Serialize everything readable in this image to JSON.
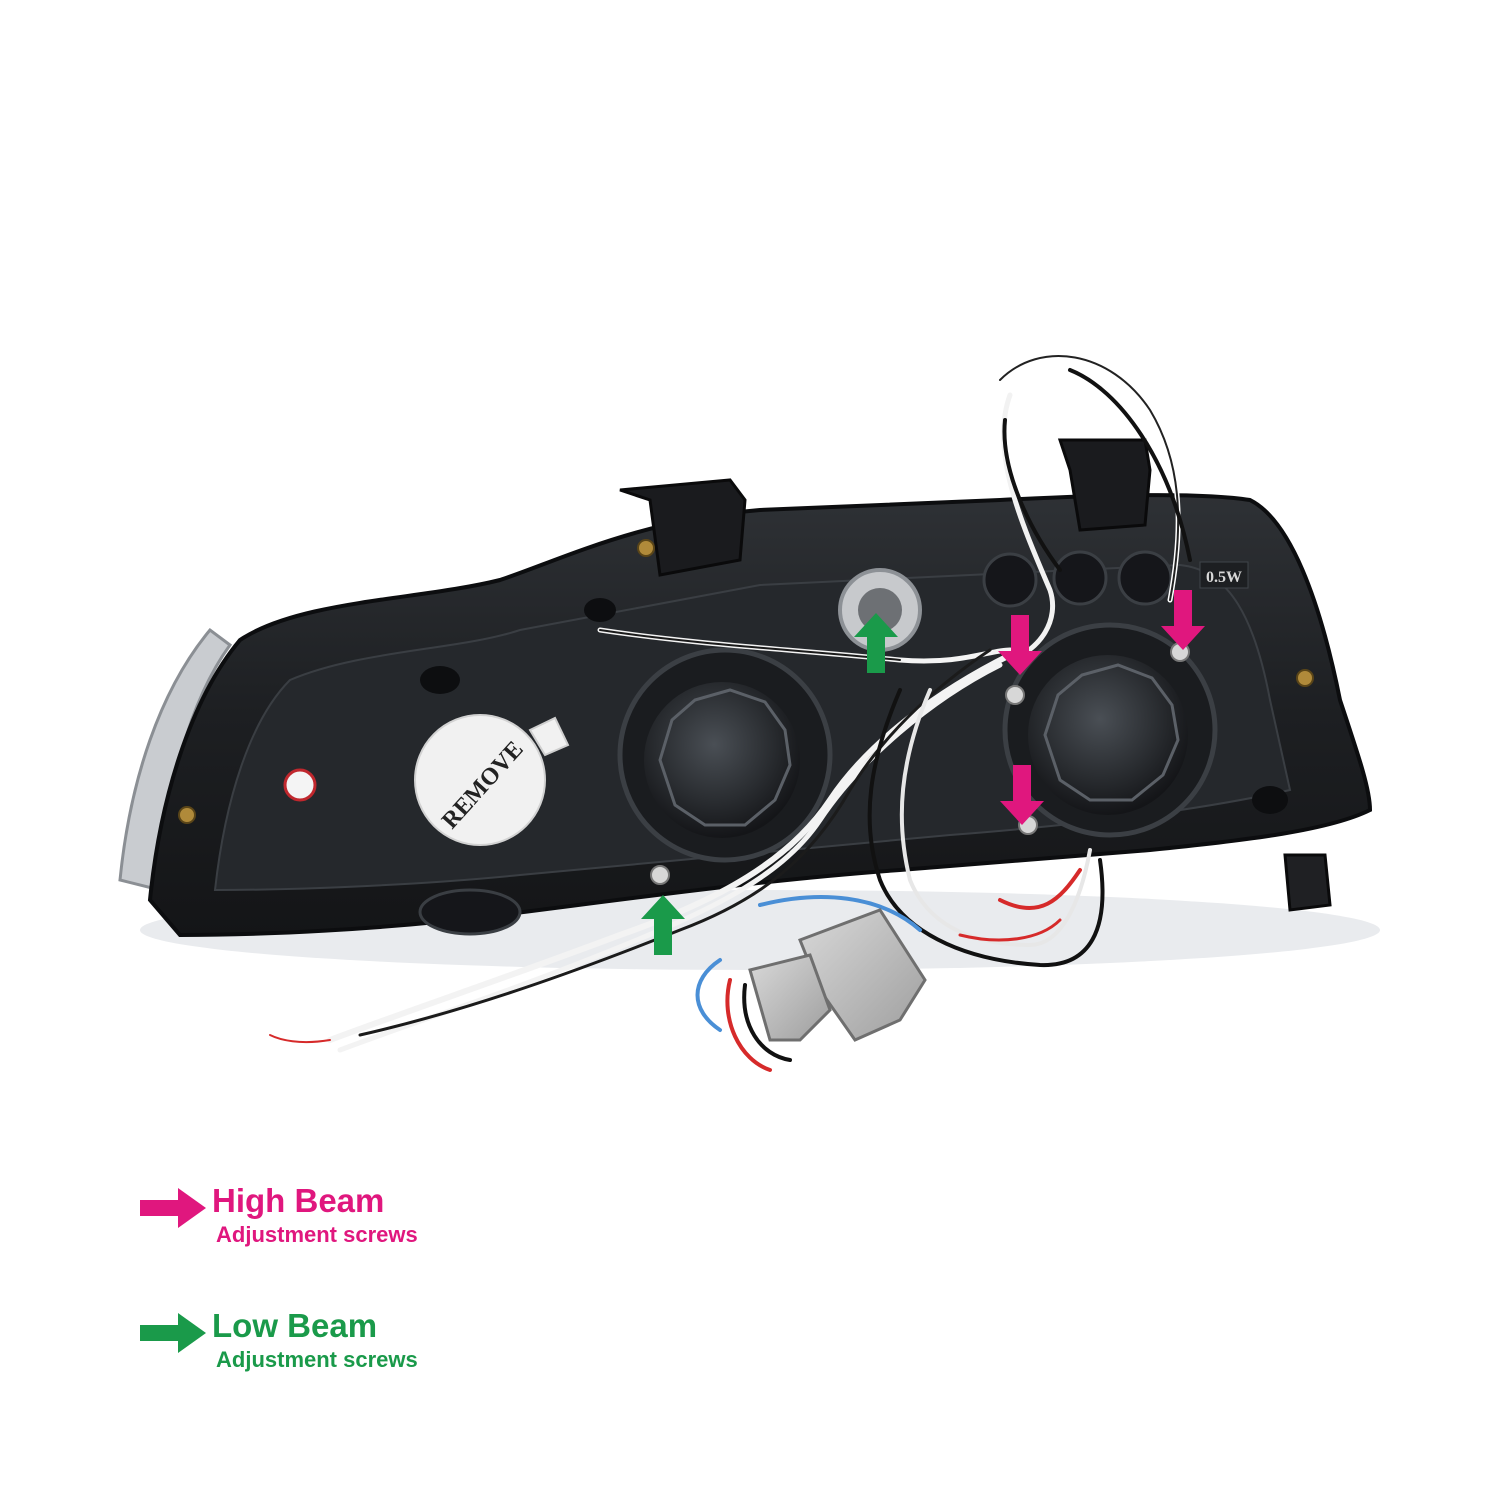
{
  "colors": {
    "high_beam": "#e0177e",
    "low_beam": "#1a9a4a",
    "housing": "#1c1e21",
    "background": "#ffffff"
  },
  "photo": {
    "sticker_text": "REMOVE",
    "rating_label": "0.5W"
  },
  "legend": {
    "high_beam": {
      "title": "High Beam",
      "subtitle": "Adjustment screws",
      "icon": "pink-arrow-icon"
    },
    "low_beam": {
      "title": "Low Beam",
      "subtitle": "Adjustment screws",
      "icon": "green-arrow-icon"
    }
  }
}
